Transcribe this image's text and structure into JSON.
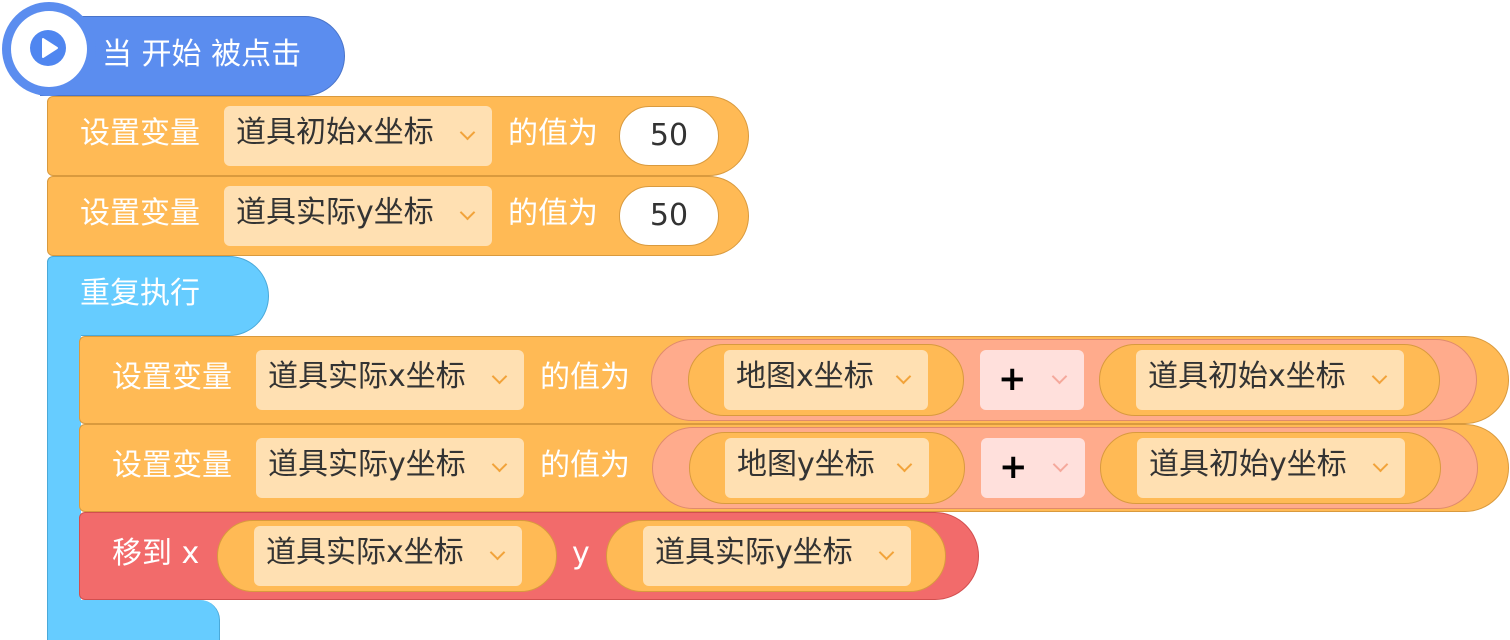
{
  "hat": {
    "label": "当 开始 被点击",
    "play_icon": "play-icon"
  },
  "blocks": {
    "set1": {
      "label": "设置变量",
      "variable": "道具初始x坐标",
      "to_label": "的值为",
      "value": "50"
    },
    "set2": {
      "label": "设置变量",
      "variable": "道具实际y坐标",
      "to_label": "的值为",
      "value": "50"
    },
    "repeat": {
      "label": "重复执行"
    },
    "set3": {
      "label": "设置变量",
      "variable": "道具实际x坐标",
      "to_label": "的值为",
      "left": "地图x坐标",
      "op": "+",
      "right": "道具初始x坐标"
    },
    "set4": {
      "label": "设置变量",
      "variable": "道具实际y坐标",
      "to_label": "的值为",
      "left": "地图y坐标",
      "op": "+",
      "right": "道具初始y坐标"
    },
    "move": {
      "label": "移到 x",
      "x_var": "道具实际x坐标",
      "y_label": "y",
      "y_var": "道具实际y坐标"
    }
  },
  "colors": {
    "event": "#5b8def",
    "variable": "#ffba55",
    "control": "#66ccff",
    "motion": "#f26b6b",
    "operator": "#ffab8c"
  }
}
